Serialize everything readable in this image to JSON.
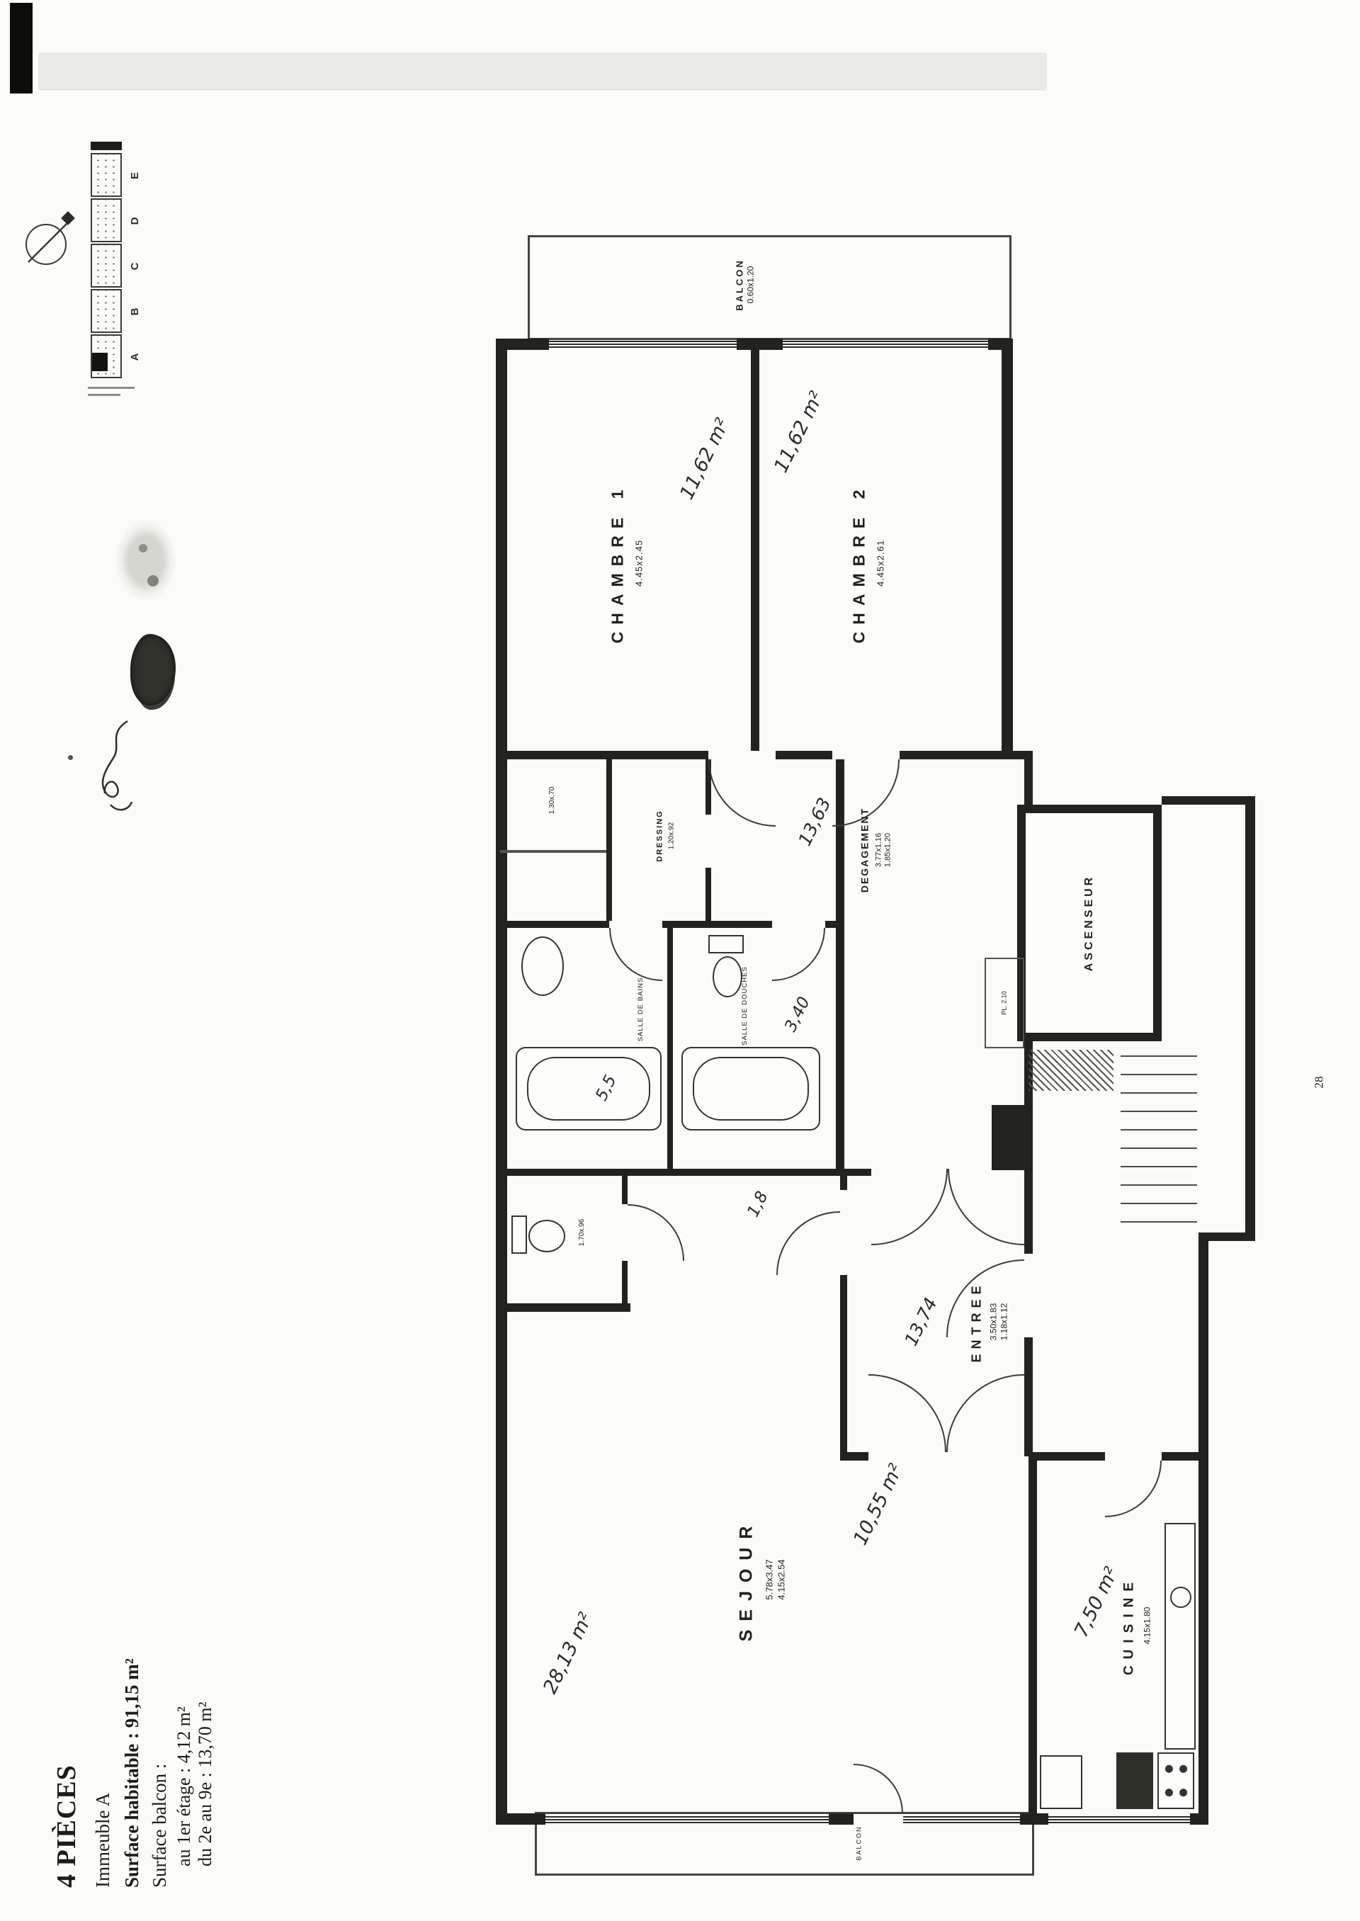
{
  "document": {
    "page_number": "28"
  },
  "title_block": {
    "title": "4 PIÈCES",
    "building": "Immeuble A",
    "surface_habitable": "Surface habitable : 91,15 m²",
    "surface_balcon_label": "Surface balcon :",
    "balcon_line1": "au 1er étage :  4,12 m²",
    "balcon_line2": "du 2e au 9e : 13,70 m²"
  },
  "key_plan": {
    "units": [
      "E",
      "D",
      "C",
      "B",
      "A"
    ]
  },
  "rooms": {
    "balcon_haut": {
      "name": "BALCON",
      "dims": "0.60x1.20"
    },
    "chambre1": {
      "name": "CHAMBRE 1",
      "dims": "4.45x2.45",
      "area": "11,62 m²"
    },
    "chambre2": {
      "name": "CHAMBRE 2",
      "dims": "4.45x2.61",
      "area": "11,62 m²"
    },
    "placard_haut": {
      "dims": "1.30x.70"
    },
    "dressing": {
      "name": "DRESSING",
      "dims": "1.20x.92"
    },
    "degagement": {
      "name": "DEGAGEMENT",
      "dims1": "3.77x1.16",
      "dims2": "1.85x1.20",
      "area": "13,63"
    },
    "placard": {
      "name": "PL. 2.10"
    },
    "ascenseur": {
      "name": "ASCENSEUR"
    },
    "salle_de_bains": {
      "name": "SALLE DE BAINS",
      "area": "5,5"
    },
    "salle_de_douches": {
      "name": "SALLE DE DOUCHES",
      "area": "3,40"
    },
    "wc": {
      "dims": "1.70x.96",
      "area": "1,8"
    },
    "entree": {
      "name": "ENTREE",
      "dims1": "3.50x1.83",
      "dims2": "1.18x1.12",
      "area": "13,74"
    },
    "sejour": {
      "name": "SEJOUR",
      "dims1": "5.78x3.47",
      "dims2": "4.15x2.54",
      "area_main": "28,13 m²",
      "area_2": "10,55 m²"
    },
    "cuisine": {
      "name": "CUISINE",
      "dims": "4.15x1.80",
      "area": "7,50 m²"
    },
    "balcon_bas": {
      "name": "BALCON"
    }
  }
}
